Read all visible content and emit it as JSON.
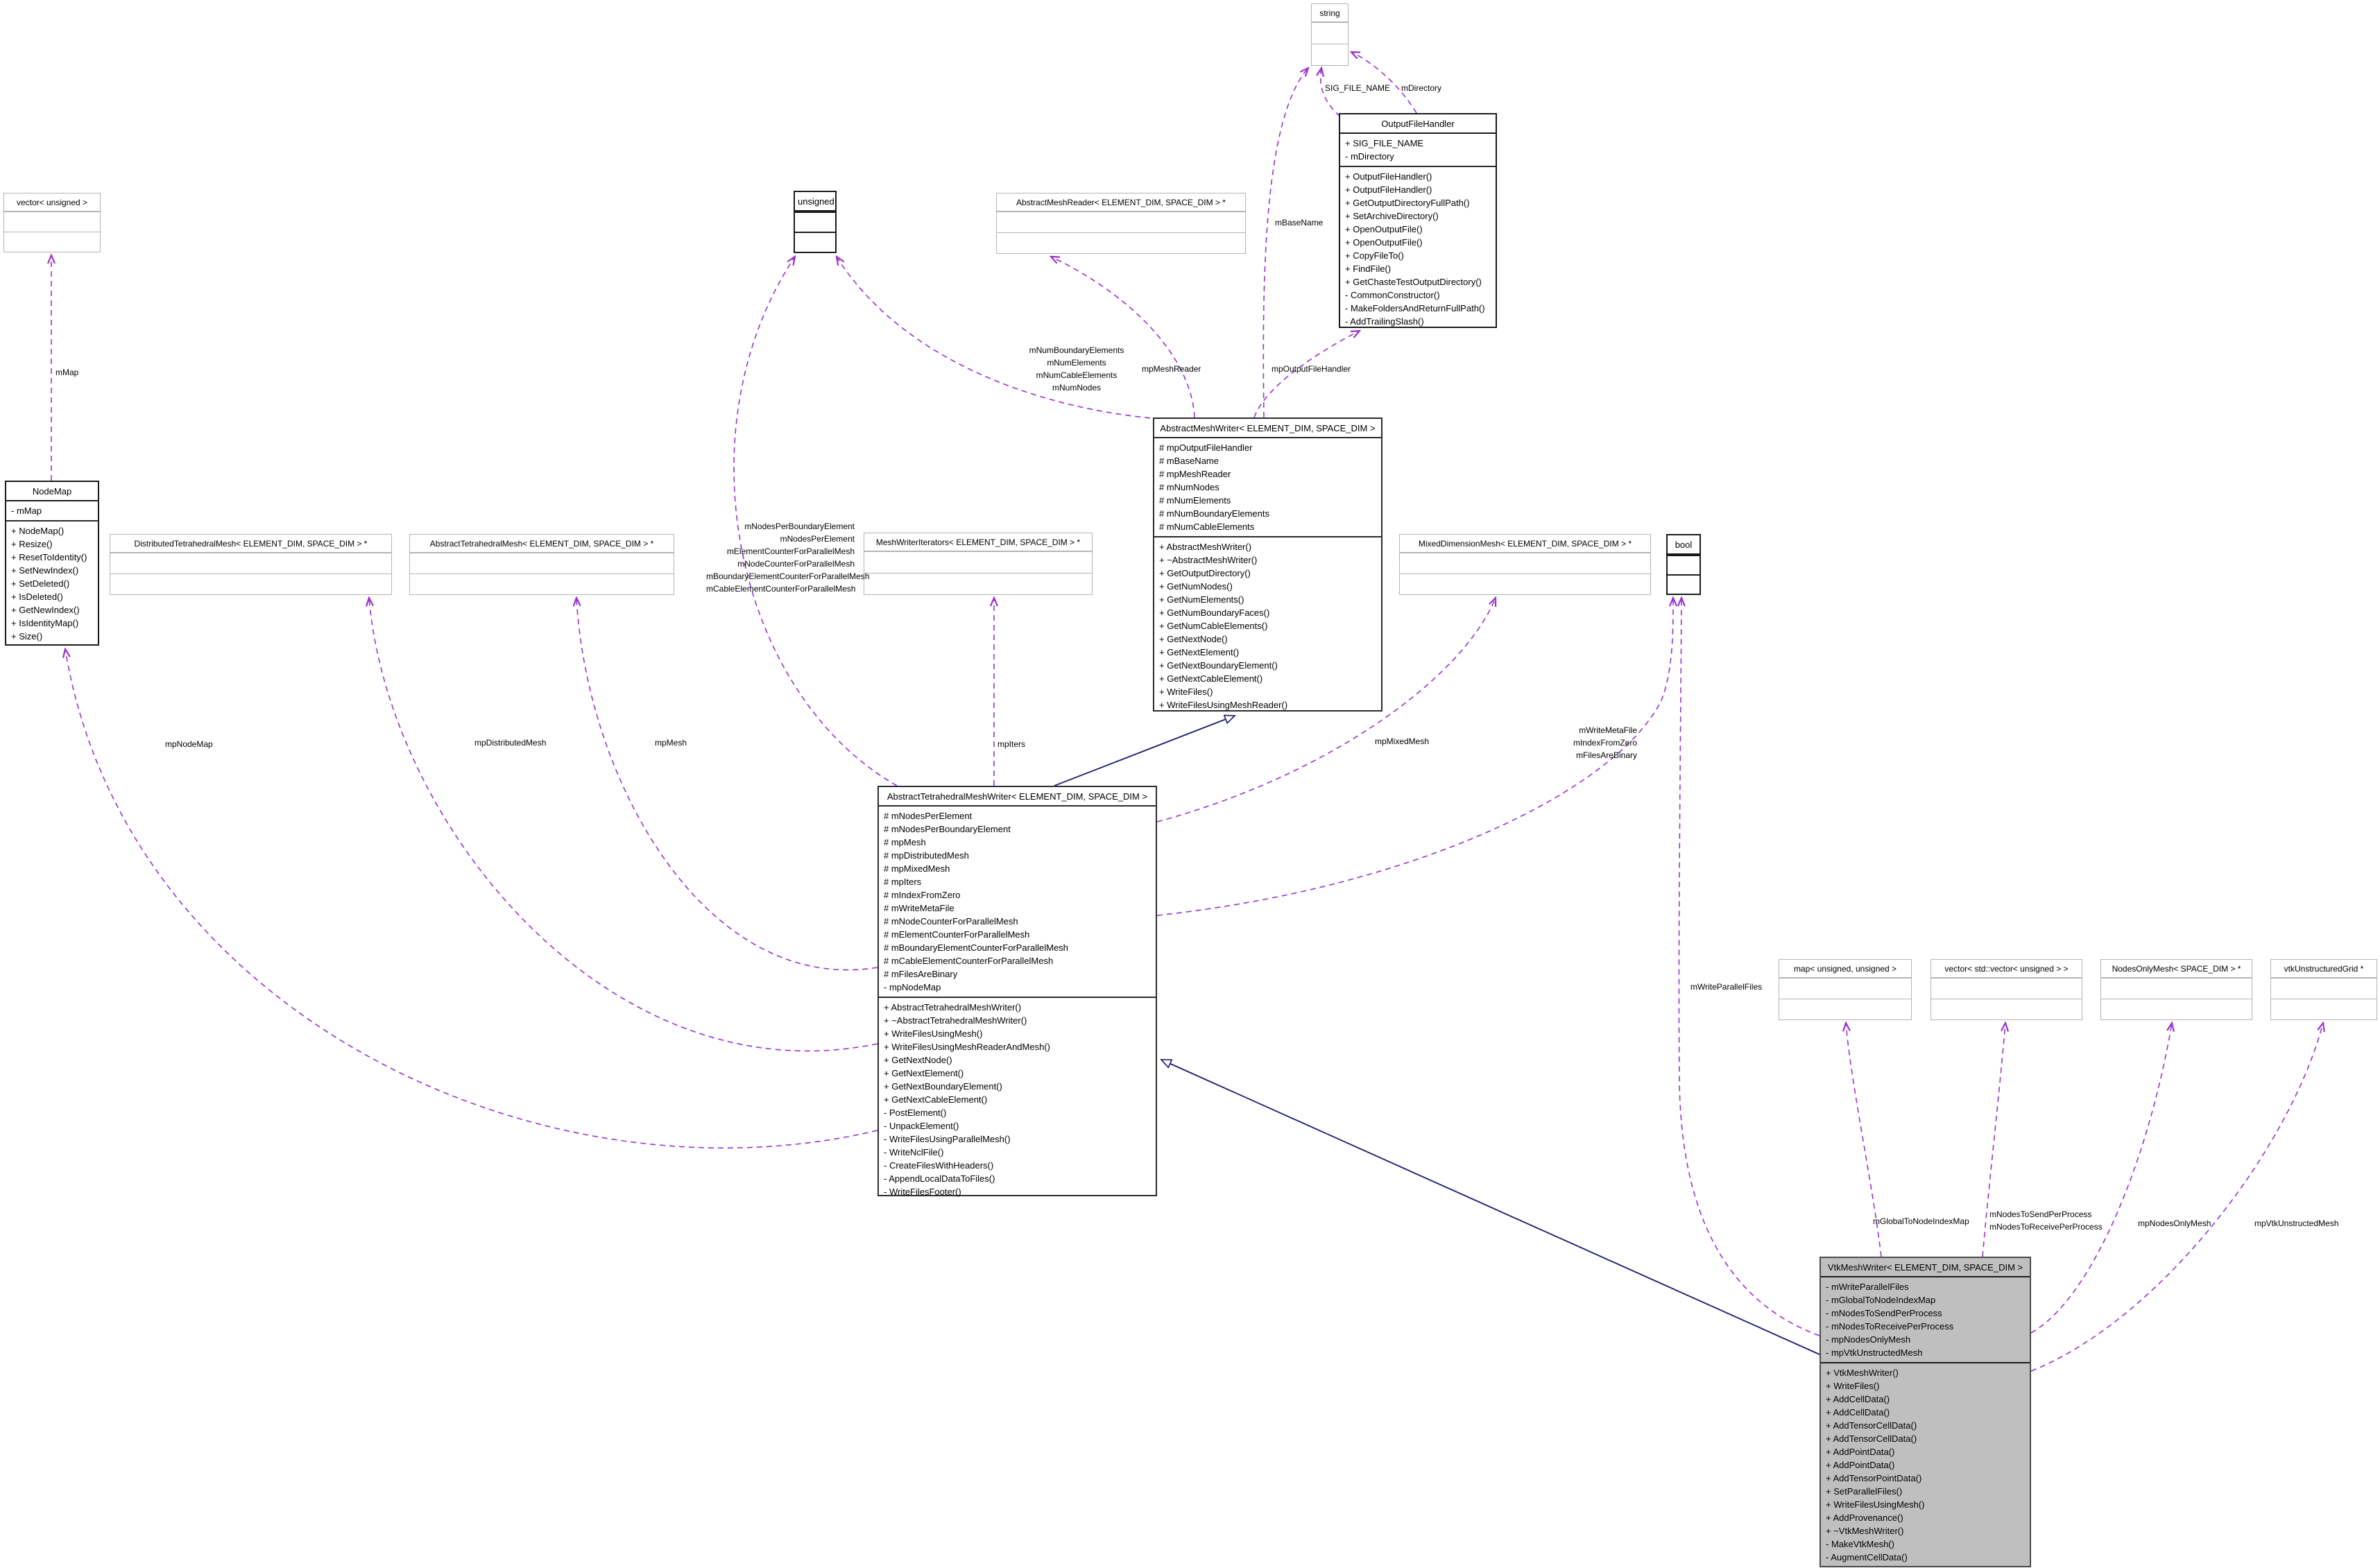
{
  "diagram_title": "VtkMeshWriter collaboration diagram",
  "colors": {
    "association_edge": "#9a32cd",
    "inheritance_edge": "#191970",
    "selected_node_fill": "#bfbfbf",
    "stub_border": "#b4b4b4",
    "class_border": "#2b2b2b"
  },
  "classes": {
    "string_box": {
      "title": "string"
    },
    "output_file_handler": {
      "title": "OutputFileHandler",
      "attributes": [
        "+ SIG_FILE_NAME",
        "- mDirectory"
      ],
      "methods": [
        "+ OutputFileHandler()",
        "+ OutputFileHandler()",
        "+ GetOutputDirectoryFullPath()",
        "+ SetArchiveDirectory()",
        "+ OpenOutputFile()",
        "+ OpenOutputFile()",
        "+ CopyFileTo()",
        "+ FindFile()",
        "+ GetChasteTestOutputDirectory()",
        "- CommonConstructor()",
        "- MakeFoldersAndReturnFullPath()",
        "- AddTrailingSlash()"
      ]
    },
    "vector_unsigned": {
      "title": "vector< unsigned >"
    },
    "unsigned_box": {
      "title": "unsigned"
    },
    "abstract_mesh_reader": {
      "title": "AbstractMeshReader< ELEMENT_DIM, SPACE_DIM > *"
    },
    "abstract_mesh_writer": {
      "title": "AbstractMeshWriter< ELEMENT_DIM, SPACE_DIM >",
      "attributes": [
        "# mpOutputFileHandler",
        "# mBaseName",
        "# mpMeshReader",
        "# mNumNodes",
        "# mNumElements",
        "# mNumBoundaryElements",
        "# mNumCableElements"
      ],
      "methods": [
        "+ AbstractMeshWriter()",
        "+ ~AbstractMeshWriter()",
        "+ GetOutputDirectory()",
        "+ GetNumNodes()",
        "+ GetNumElements()",
        "+ GetNumBoundaryFaces()",
        "+ GetNumCableElements()",
        "+ GetNextNode()",
        "+ GetNextElement()",
        "+ GetNextBoundaryElement()",
        "+ GetNextCableElement()",
        "+ WriteFiles()",
        "+ WriteFilesUsingMeshReader()"
      ]
    },
    "node_map": {
      "title": "NodeMap",
      "attributes": [
        "- mMap"
      ],
      "methods": [
        "+ NodeMap()",
        "+ Resize()",
        "+ ResetToIdentity()",
        "+ SetNewIndex()",
        "+ SetDeleted()",
        "+ IsDeleted()",
        "+ GetNewIndex()",
        "+ IsIdentityMap()",
        "+ Size()"
      ]
    },
    "distributed_tetrahedral_mesh": {
      "title": "DistributedTetrahedralMesh< ELEMENT_DIM, SPACE_DIM > *"
    },
    "abstract_tetrahedral_mesh": {
      "title": "AbstractTetrahedralMesh< ELEMENT_DIM, SPACE_DIM > *"
    },
    "mesh_writer_iterators": {
      "title": "MeshWriterIterators< ELEMENT_DIM, SPACE_DIM > *"
    },
    "mixed_dimension_mesh": {
      "title": "MixedDimensionMesh< ELEMENT_DIM, SPACE_DIM > *"
    },
    "bool_box": {
      "title": "bool"
    },
    "abstract_tetrahedral_mesh_writer": {
      "title": "AbstractTetrahedralMeshWriter< ELEMENT_DIM, SPACE_DIM >",
      "attributes": [
        "# mNodesPerElement",
        "# mNodesPerBoundaryElement",
        "# mpMesh",
        "# mpDistributedMesh",
        "# mpMixedMesh",
        "# mpIters",
        "# mIndexFromZero",
        "# mWriteMetaFile",
        "# mNodeCounterForParallelMesh",
        "# mElementCounterForParallelMesh",
        "# mBoundaryElementCounterForParallelMesh",
        "# mCableElementCounterForParallelMesh",
        "# mFilesAreBinary",
        "- mpNodeMap"
      ],
      "methods": [
        "+ AbstractTetrahedralMeshWriter()",
        "+ ~AbstractTetrahedralMeshWriter()",
        "+ WriteFilesUsingMesh()",
        "+ WriteFilesUsingMeshReaderAndMesh()",
        "+ GetNextNode()",
        "+ GetNextElement()",
        "+ GetNextBoundaryElement()",
        "+ GetNextCableElement()",
        "- PostElement()",
        "- UnpackElement()",
        "- WriteFilesUsingParallelMesh()",
        "- WriteNclFile()",
        "- CreateFilesWithHeaders()",
        "- AppendLocalDataToFiles()",
        "- WriteFilesFooter()"
      ]
    },
    "map_unsigned_unsigned": {
      "title": "map< unsigned, unsigned >"
    },
    "vector_std_vector_unsigned": {
      "title": "vector< std::vector< unsigned > >"
    },
    "nodes_only_mesh": {
      "title": "NodesOnlyMesh< SPACE_DIM > *"
    },
    "vtk_unstructured_grid": {
      "title": "vtkUnstructuredGrid *"
    },
    "vtk_mesh_writer": {
      "title": "VtkMeshWriter< ELEMENT_DIM, SPACE_DIM >",
      "attributes": [
        "- mWriteParallelFiles",
        "- mGlobalToNodeIndexMap",
        "- mNodesToSendPerProcess",
        "- mNodesToReceivePerProcess",
        "- mpNodesOnlyMesh",
        "- mpVtkUnstructedMesh"
      ],
      "methods": [
        "+ VtkMeshWriter()",
        "+ WriteFiles()",
        "+ AddCellData()",
        "+ AddCellData()",
        "+ AddTensorCellData()",
        "+ AddTensorCellData()",
        "+ AddPointData()",
        "+ AddPointData()",
        "+ AddTensorPointData()",
        "+ SetParallelFiles()",
        "+ WriteFilesUsingMesh()",
        "+ AddProvenance()",
        "+ ~VtkMeshWriter()",
        "- MakeVtkMesh()",
        "- AugmentCellData()"
      ]
    }
  },
  "edge_labels": {
    "mMap": "mMap",
    "sig_file_name": "SIG_FILE_NAME",
    "mDirectory": "mDirectory",
    "mBaseName": "mBaseName",
    "mpMeshReader": "mpMeshReader",
    "mpOutputFileHandler": "mpOutputFileHandler",
    "amw_unsigned_stack": [
      "mNumBoundaryElements",
      "mNumElements",
      "mNumCableElements",
      "mNumNodes"
    ],
    "atmw_unsigned_stack": [
      "mNodesPerBoundaryElement",
      "mNodesPerElement",
      "mElementCounterForParallelMesh",
      "mNodeCounterForParallelMesh",
      "mBoundaryElementCounterForParallelMesh",
      "mCableElementCounterForParallelMesh"
    ],
    "mpNodeMap": "mpNodeMap",
    "mpDistributedMesh": "mpDistributedMesh",
    "mpMesh": "mpMesh",
    "mpIters": "mpIters",
    "mpMixedMesh": "mpMixedMesh",
    "atmw_bool_stack": [
      "mWriteMetaFile",
      "mIndexFromZero",
      "mFilesAreBinary"
    ],
    "mWriteParallelFiles": "mWriteParallelFiles",
    "mGlobalToNodeIndexMap": "mGlobalToNodeIndexMap",
    "vmw_vector_stack": [
      "mNodesToSendPerProcess",
      "mNodesToReceivePerProcess"
    ],
    "mpNodesOnlyMesh": "mpNodesOnlyMesh",
    "mpVtkUnstructedMesh": "mpVtkUnstructedMesh"
  }
}
